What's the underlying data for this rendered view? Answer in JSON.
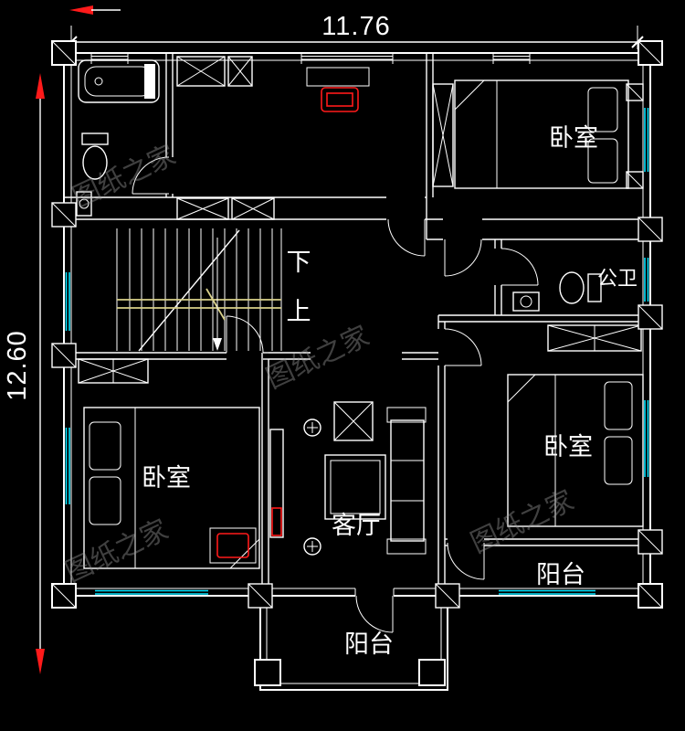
{
  "colors": {
    "background": "#000000",
    "line": "#ffffff",
    "window_accent": "#00e5ff",
    "dimension_arrow": "#ff1a1a",
    "stair_accent": "#d8d08a",
    "watermark": "#9a9a9a"
  },
  "dimensions": {
    "width": "11.76",
    "height": "12.60"
  },
  "rooms": [
    {
      "id": "bedroom-top-right",
      "label": "卧室"
    },
    {
      "id": "bedroom-bottom-left",
      "label": "卧室"
    },
    {
      "id": "bedroom-bottom-right",
      "label": "卧室"
    },
    {
      "id": "living-room",
      "label": "客厅"
    },
    {
      "id": "public-bathroom",
      "label": "公卫"
    },
    {
      "id": "balcony-right",
      "label": "阳台"
    },
    {
      "id": "balcony-bottom",
      "label": "阳台"
    }
  ],
  "stairs": {
    "down": "下",
    "up": "上"
  },
  "watermark": {
    "text": "图纸之家"
  }
}
